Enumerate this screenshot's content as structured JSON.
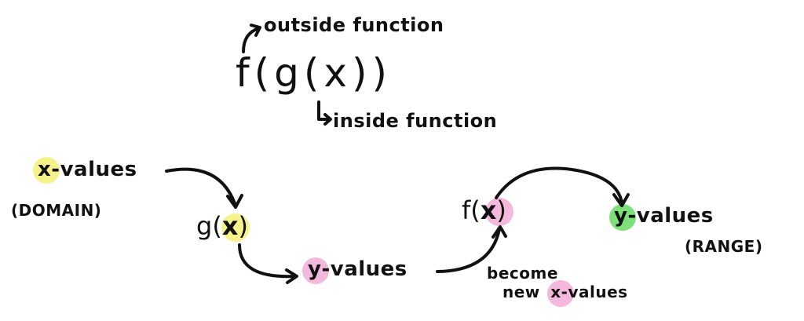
{
  "composition": {
    "expression": "f(g(x))",
    "outside_label": "outside function",
    "inside_label": "inside function"
  },
  "flow": {
    "x_values": {
      "label": "x-values",
      "highlight_char": "x",
      "rest": "-values",
      "note": "(DOMAIN)"
    },
    "g_node": {
      "func": "g(",
      "var": "x",
      "close": ")"
    },
    "intermediate_y": {
      "label": "y-values",
      "highlight_char": "y",
      "rest": "-values"
    },
    "become_note": {
      "line1": "become",
      "line2_prefix": "new ",
      "line2_highlight": "x",
      "line2_rest": "-values"
    },
    "f_node": {
      "func": "f(",
      "var": "x",
      "close": ")"
    },
    "final_y": {
      "label": "y-values",
      "highlight_char": "y",
      "rest": "-values",
      "note": "(RANGE)"
    }
  },
  "colors": {
    "ink": "#111111",
    "yellow_highlight": "#f6f28a",
    "pink_highlight": "#f4b8dc",
    "green_highlight": "#7ee07a"
  }
}
